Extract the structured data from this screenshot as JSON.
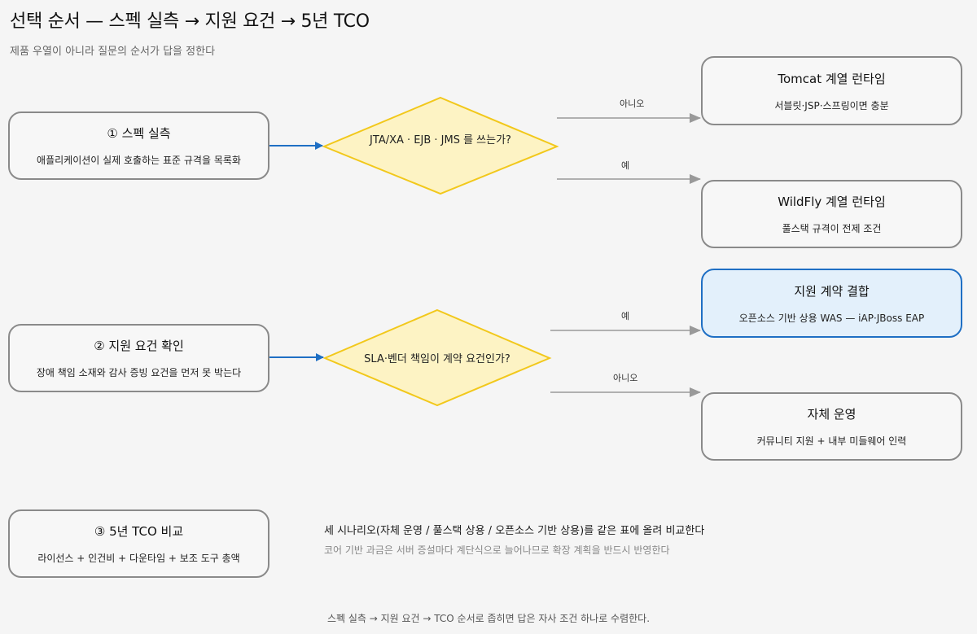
{
  "title": "선택 순서 — 스펙 실측 → 지원 요건 → 5년 TCO",
  "subtitle": "제품 우열이 아니라 질문의 순서가 답을 정한다",
  "steps": {
    "spec": {
      "heading": "① 스펙 실측",
      "desc": "애플리케이션이 실제 호출하는 표준 규격을 목록화"
    },
    "support": {
      "heading": "② 지원 요건 확인",
      "desc": "장애 책임 소재와 감사 증빙 요건을 먼저 못 박는다"
    },
    "tco": {
      "heading": "③ 5년 TCO 비교",
      "desc": "라이선스 + 인건비 + 다운타임 + 보조 도구 총액"
    }
  },
  "decisions": {
    "spec_question": "JTA/XA · EJB · JMS 를 쓰는가?",
    "support_question": "SLA·벤더 책임이 계약 요건인가?"
  },
  "edges": {
    "spec_no": "아니오",
    "spec_yes": "예",
    "support_yes": "예",
    "support_no": "아니오"
  },
  "outcomes": {
    "tomcat": {
      "heading": "Tomcat 계열 런타임",
      "desc": "서블릿·JSP·스프링이면 충분"
    },
    "wildfly": {
      "heading": "WildFly 계열 런타임",
      "desc": "풀스택 규격이 전제 조건"
    },
    "contract": {
      "heading": "지원 계약 결합",
      "desc": "오픈소스 기반 상용 WAS — iAP·JBoss EAP"
    },
    "self": {
      "heading": "자체 운영",
      "desc": "커뮤니티 지원 + 내부 미들웨어 인력"
    }
  },
  "note": {
    "main": "세 시나리오(자체 운영 / 풀스택 상용 / 오픈소스 기반 상용)를 같은 표에 올려 비교한다",
    "sub": "코어 기반 과금은 서버 증설마다 계단식으로 늘어나므로 확장 계획을 반드시 반영한다"
  },
  "footer": "스펙 실측 → 지원 요건 → TCO 순서로 좁히면 답은 자사 조건 하나로 수렴한다.",
  "colors": {
    "accent": "#1f6fc4",
    "diamond_fill": "#fdf3c4",
    "diamond_stroke": "#f2c81b",
    "gray_arrow": "#999999"
  }
}
